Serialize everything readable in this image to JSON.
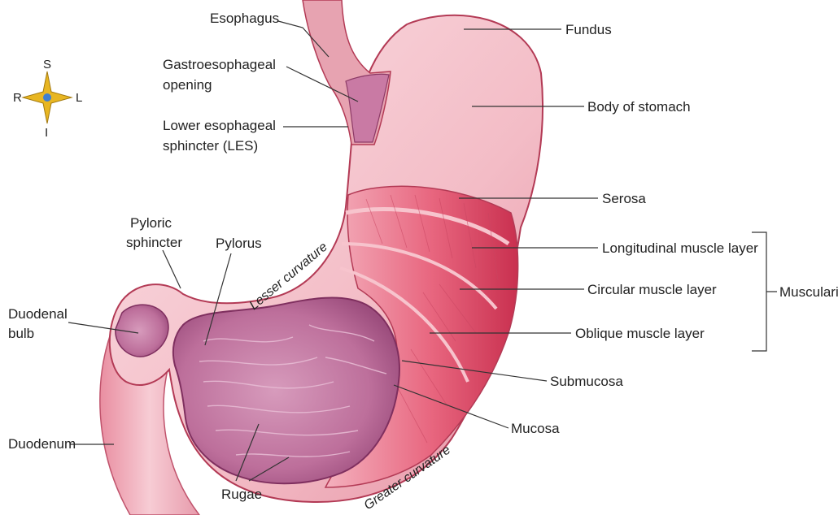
{
  "orientation": {
    "superior": "S",
    "inferior": "I",
    "right": "R",
    "left": "L"
  },
  "labels": {
    "esophagus": "Esophagus",
    "gastroesophageal_opening_1": "Gastroesophageal",
    "gastroesophageal_opening_2": "opening",
    "les_1": "Lower esophageal",
    "les_2": "sphincter (LES)",
    "fundus": "Fundus",
    "body": "Body of stomach",
    "serosa": "Serosa",
    "longitudinal": "Longitudinal muscle layer",
    "circular": "Circular muscle layer",
    "oblique": "Oblique muscle layer",
    "muscularis": "Muscularis",
    "submucosa": "Submucosa",
    "mucosa": "Mucosa",
    "pyloric_sphincter_1": "Pyloric",
    "pyloric_sphincter_2": "sphincter",
    "pylorus": "Pylorus",
    "duodenal_bulb_1": "Duodenal",
    "duodenal_bulb_2": "bulb",
    "duodenum": "Duodenum",
    "rugae": "Rugae",
    "lesser_curvature": "Lesser curvature",
    "greater_curvature": "Greater curvature"
  },
  "colors": {
    "outer_wall": "#f2b9c3",
    "wall_edge": "#b33a55",
    "muscle": "#e8667f",
    "muscle_light": "#f5a7b5",
    "mucosa": "#c77aa3",
    "mucosa_dark": "#a25383",
    "duodenum": "#f0b2bd",
    "compass": "#e8b622"
  }
}
